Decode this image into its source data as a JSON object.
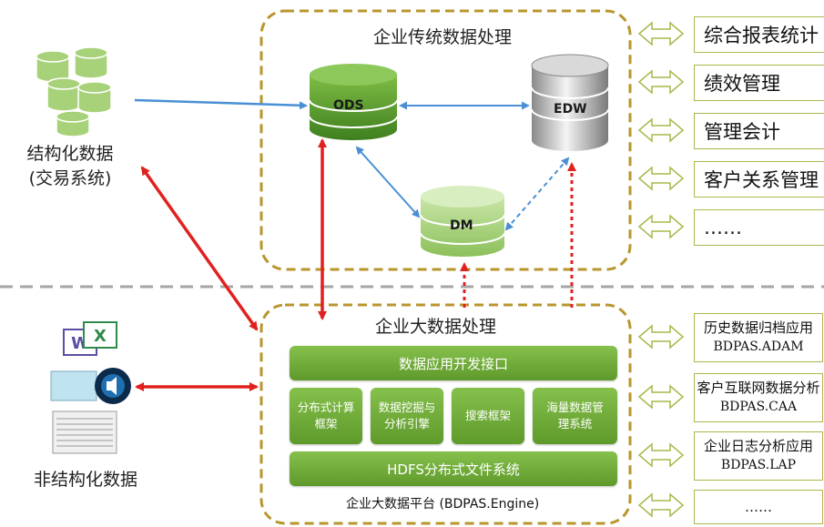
{
  "sources": {
    "structured_label": "结构化数据",
    "structured_sublabel": "(交易系统)",
    "unstructured_label": "非结构化数据"
  },
  "traditional": {
    "title": "企业传统数据处理",
    "ods": "ODS",
    "edw": "EDW",
    "dm": "DM"
  },
  "bigdata": {
    "title": "企业大数据处理",
    "api_bar": "数据应用开发接口",
    "modules": [
      "分布式计算框架",
      "数据挖掘与分析引擎",
      "搜索框架",
      "海量数据管理系统"
    ],
    "modules_display": [
      {
        "l1": "分布式计算",
        "l2": "框架"
      },
      {
        "l1": "数据挖掘与",
        "l2": "分析引擎"
      },
      {
        "l1": "搜索框架",
        "l2": ""
      },
      {
        "l1": "海量数据管",
        "l2": "理系统"
      }
    ],
    "hdfs_bar": "HDFS分布式文件系统",
    "platform_label": "企业大数据平台 (BDPAS.Engine)"
  },
  "apps_top": [
    "综合报表统计",
    "绩效管理",
    "管理会计",
    "客户关系管理",
    "……"
  ],
  "apps_bottom": [
    {
      "name": "历史数据归档应用",
      "code": "BDPAS.ADAM"
    },
    {
      "name": "客户互联网数据分析",
      "code": "BDPAS.CAA"
    },
    {
      "name": "企业日志分析应用",
      "code": "BDPAS.LAP"
    },
    {
      "name": "……",
      "code": ""
    }
  ],
  "colors": {
    "green_dark": "#5e9a2b",
    "green_light": "#86c04c",
    "green_pale": "#bfe09a",
    "region_border": "#b8962e",
    "divider": "#a6a6a6",
    "arrow_red": "#e0211f",
    "arrow_blue": "#4a8fd4",
    "app_border": "#a9b84a"
  },
  "icons": [
    "database-stack-icon",
    "word-icon",
    "excel-icon",
    "audio-icon",
    "document-icon"
  ]
}
